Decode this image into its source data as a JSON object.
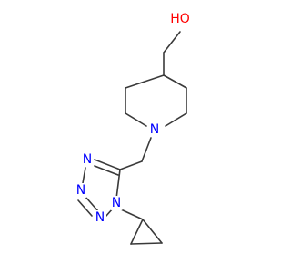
{
  "molecule": {
    "atoms": {
      "oh": "HO",
      "n_piperidine": "N",
      "n_tetrazole_1": "N",
      "n_tetrazole_2": "N",
      "n_tetrazole_3": "N",
      "n_tetrazole_4": "N"
    },
    "colors": {
      "bond": "#3a3a3a",
      "oxygen": "#ff0000",
      "nitrogen": "#0000ff",
      "background": "#ffffff"
    }
  }
}
